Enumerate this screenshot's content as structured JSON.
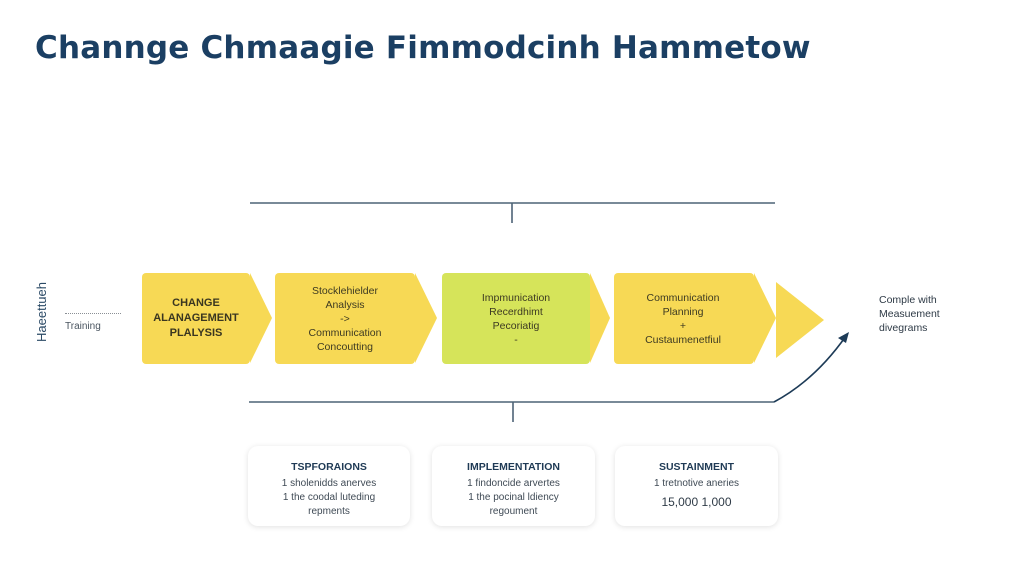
{
  "title": "Channge Chmaagie Fimmodcinh Hammetow",
  "side": {
    "vertical_label": "Haeettueh",
    "training_label": "Training"
  },
  "steps": [
    {
      "lines": [
        "CHANGE",
        "ALANAGEMENT",
        "PLALYSIS"
      ],
      "color": "#f7d955"
    },
    {
      "lines": [
        "Stocklehielder",
        "Analysis",
        "->",
        "Communication",
        "Concoutting"
      ],
      "color": "#f7d955"
    },
    {
      "lines": [
        "Impmunication",
        "Recerdhimt",
        "Pecoriatig",
        "-"
      ],
      "color": "#d6e45a"
    },
    {
      "lines": [
        "Communication",
        "Planning",
        "+",
        "Custaumenetfiul"
      ],
      "color": "#f7d955"
    }
  ],
  "end_note": {
    "lines": [
      "Comple with",
      "Measuement",
      "divegrams"
    ]
  },
  "cards": [
    {
      "heading": "TSPFORAIONS",
      "lines": [
        "1 sholenidds anerves",
        "1 the coodal luteding",
        "repments"
      ]
    },
    {
      "heading": "IMPLEMENTATION",
      "lines": [
        "1 findoncide arvertes",
        "1 the pocinal ldiency",
        "regoument"
      ]
    },
    {
      "heading": "SUSTAINMENT",
      "lines": [
        "1 tretnotive aneries"
      ],
      "value": "15,000 1,000"
    }
  ],
  "colors": {
    "title": "#1b3f63",
    "yellow": "#f7d955",
    "green": "#d6e45a",
    "line": "#4d6376",
    "arrow": "#1d3b57"
  }
}
